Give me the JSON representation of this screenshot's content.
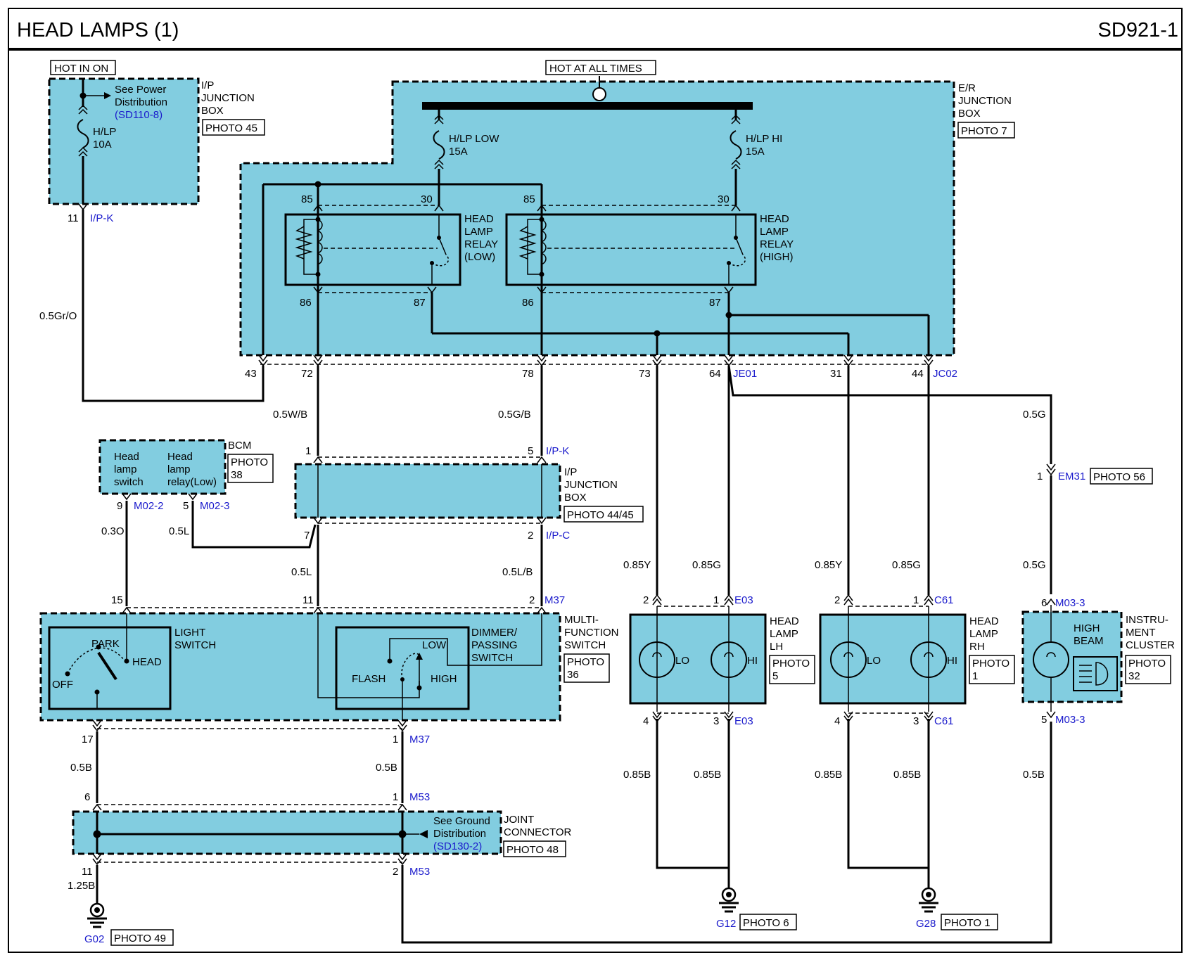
{
  "header": {
    "title": "HEAD LAMPS (1)",
    "code": "SD921-1"
  },
  "labels": {
    "hot_in_on": "HOT IN ON",
    "hot_at_all_times": "HOT AT ALL TIMES",
    "see_power": "See Power",
    "distribution": "Distribution",
    "sd110": "(SD110-8)",
    "hlp": "H/LP",
    "hlp_amp": "10A",
    "hlp_low": "H/LP LOW",
    "hlp_low_amp": "15A",
    "hlp_hi": "H/LP HI",
    "hlp_hi_amp": "15A",
    "ip": "I/P",
    "junction": "JUNCTION",
    "box": "BOX",
    "photo45": "PHOTO 45",
    "er": "E/R",
    "photo7": "PHOTO 7",
    "head": "HEAD",
    "lamp": "LAMP",
    "relay": "RELAY",
    "low_paren": "(LOW)",
    "high_paren": "(HIGH)",
    "bcm": "BCM",
    "bcm_head1": "Head",
    "bcm_lamp1": "lamp",
    "bcm_switch": "switch",
    "bcm_head2": "Head",
    "bcm_lamp2": "lamp",
    "bcm_relay_low": "relay(Low)",
    "photo_word": "PHOTO",
    "photo38_num": "38",
    "photo4445": "PHOTO 44/45",
    "multi1": "MULTI-",
    "multi2": "FUNCTION",
    "multi3": "SWITCH",
    "photo36_num": "36",
    "light": "LIGHT",
    "switch_word": "SWITCH",
    "park": "PARK",
    "head_pos": "HEAD",
    "off": "OFF",
    "dimmer1": "DIMMER/",
    "dimmer2": "PASSING",
    "dimmer3": "SWITCH",
    "dlow": "LOW",
    "flash": "FLASH",
    "dhigh": "HIGH",
    "see_ground": "See Ground",
    "sd130": "(SD130-2)",
    "joint": "JOINT",
    "connector": "CONNECTOR",
    "photo48": "PHOTO 48",
    "photo49": "PHOTO 49",
    "photo6": "PHOTO 6",
    "photo1b": "PHOTO 1",
    "photo56": "PHOTO 56",
    "lh": "LH",
    "rh": "RH",
    "lo": "LO",
    "hi": "HI",
    "photo5_num": "5",
    "photo1_num": "1",
    "instru1": "INSTRU-",
    "instru2": "MENT",
    "instru3": "CLUSTER",
    "photo32_num": "32",
    "high_beam1": "HIGH",
    "high_beam2": "BEAM"
  },
  "pins": {
    "p11": "11",
    "p85a": "85",
    "p30a": "30",
    "p85b": "85",
    "p30b": "30",
    "p86a": "86",
    "p87a": "87",
    "p86b": "86",
    "p87b": "87",
    "p43": "43",
    "p72": "72",
    "p78": "78",
    "p73": "73",
    "p64": "64",
    "p31": "31",
    "p44": "44",
    "p1ip": "1",
    "p5ip": "5",
    "p7ip": "7",
    "p2ip": "2",
    "p9": "9",
    "p5bcm": "5",
    "p15": "15",
    "p11m": "11",
    "p2m": "2",
    "p17": "17",
    "p1m": "1",
    "p6j": "6",
    "p1j": "1",
    "p11j": "11",
    "p2j": "2",
    "pl2": "2",
    "pl1": "1",
    "pl4": "4",
    "pl3": "3",
    "pr2": "2",
    "pr1": "1",
    "pr4": "4",
    "pr3": "3",
    "pi1": "1",
    "pi6": "6",
    "pi5": "5"
  },
  "connectors": {
    "ipk": "I/P-K",
    "je01": "JE01",
    "jc02": "JC02",
    "ipk2": "I/P-K",
    "ipc": "I/P-C",
    "m022": "M02-2",
    "m023": "M02-3",
    "m37a": "M37",
    "m37b": "M37",
    "m53a": "M53",
    "m53b": "M53",
    "e03a": "E03",
    "e03b": "E03",
    "c61a": "C61",
    "c61b": "C61",
    "em31": "EM31",
    "m033a": "M03-3",
    "m033b": "M03-3",
    "g02": "G02",
    "g12": "G12",
    "g28": "G28"
  },
  "wires": {
    "w1": "0.5Gr/O",
    "w2": "0.5W/B",
    "w3": "0.5G/B",
    "w4": "0.5G",
    "w5": "0.3O",
    "w6": "0.5L",
    "w7": "0.5L",
    "w8": "0.5L/B",
    "w9": "0.85Y",
    "w10": "0.85G",
    "w11": "0.85Y",
    "w12": "0.85G",
    "w13": "0.5G",
    "w14": "0.5B",
    "w15": "0.5B",
    "w16": "1.25B",
    "w17": "0.85B",
    "w18": "0.85B",
    "w19": "0.85B",
    "w20": "0.85B",
    "w21": "0.5B"
  }
}
